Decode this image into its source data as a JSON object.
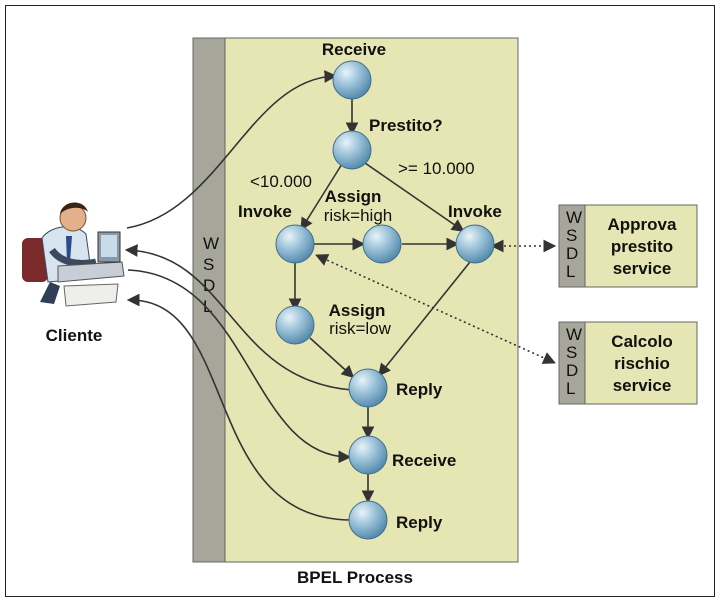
{
  "diagram": {
    "process_label": "BPEL Process",
    "client_label": "Cliente",
    "wsdl_letters": [
      "W",
      "S",
      "D",
      "L"
    ],
    "nodes": {
      "receive1": "Receive",
      "decision": "Prestito?",
      "cond_low": "<10.000",
      "cond_high": ">= 10.000",
      "invoke_left": "Invoke",
      "assign_high_title": "Assign",
      "assign_high_sub": "risk=high",
      "invoke_right": "Invoke",
      "assign_low_title": "Assign",
      "assign_low_sub": "risk=low",
      "reply1": "Reply",
      "receive2": "Receive",
      "reply2": "Reply"
    },
    "services": [
      {
        "line1": "Approva",
        "line2": "prestito",
        "line3": "service"
      },
      {
        "line1": "Calcolo",
        "line2": "rischio",
        "line3": "service"
      }
    ],
    "colors": {
      "process_bg": "#e6e6b4",
      "wsdl_bar": "#a6a69a",
      "service_bg": "#e6e6b4",
      "node_fill": "#6fa3c2"
    }
  }
}
